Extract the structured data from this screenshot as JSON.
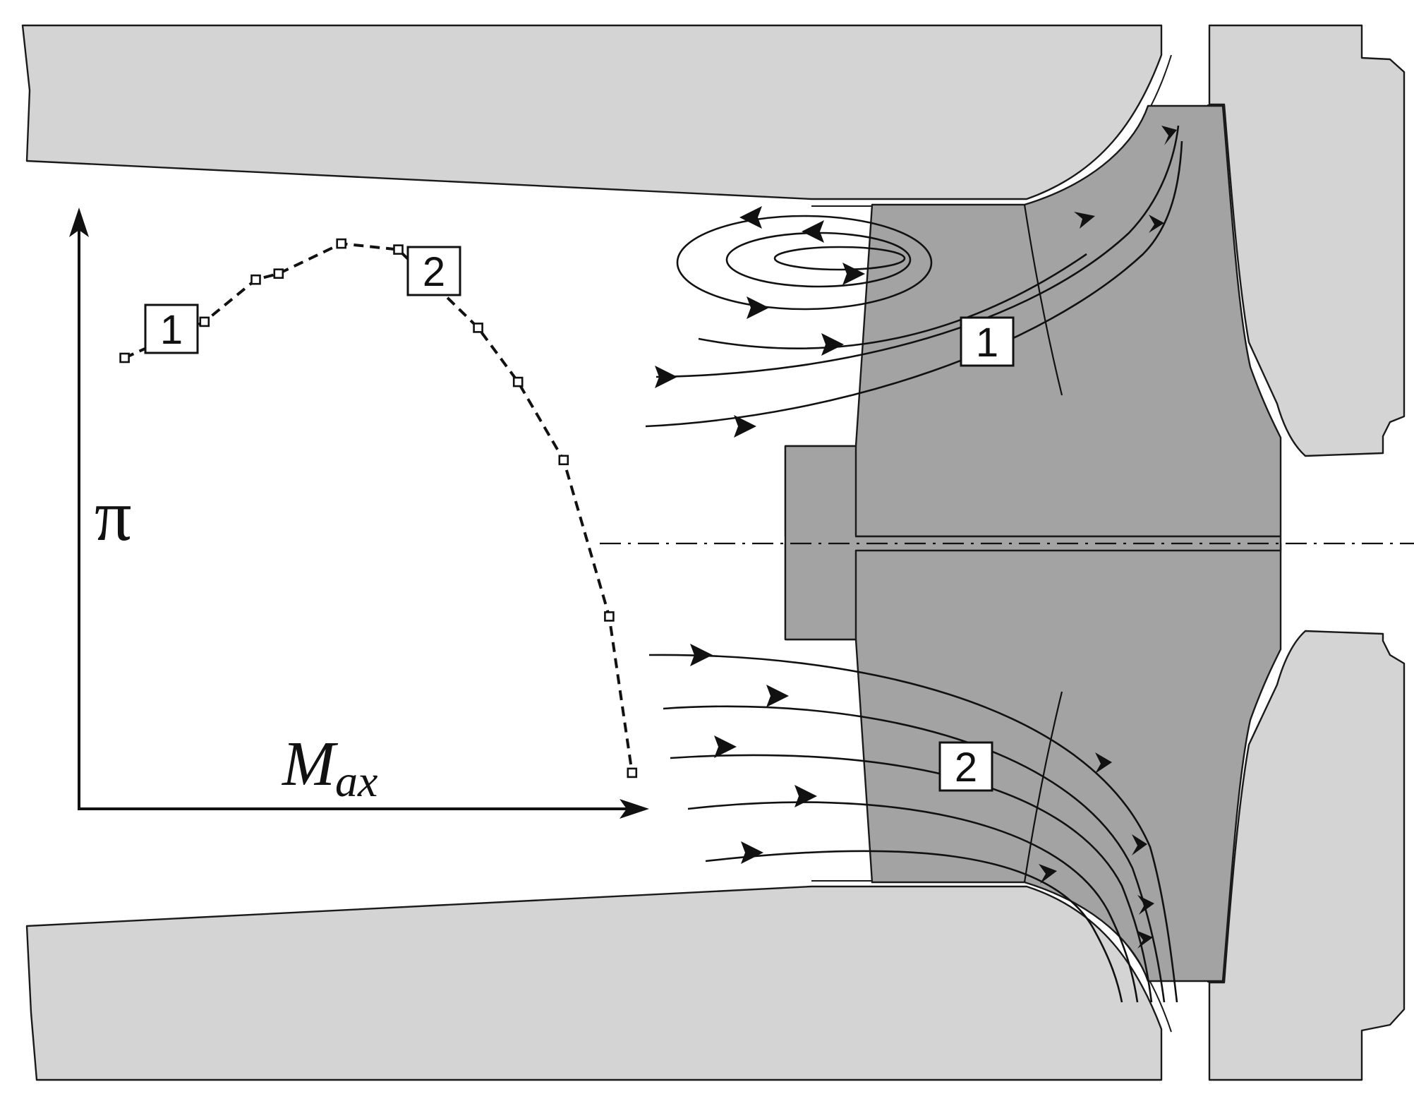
{
  "figure": {
    "colors": {
      "housing": "#d4d4d4",
      "impeller": "#a3a3a3",
      "line": "#111111",
      "background": "#ffffff"
    }
  },
  "plot": {
    "y_label": "π",
    "x_label_main": "M",
    "x_label_sub": "ax",
    "callouts": [
      "1",
      "2"
    ]
  },
  "impeller": {
    "callouts": [
      "1",
      "2"
    ]
  },
  "chart_data": {
    "type": "line",
    "xlabel": "M_ax",
    "ylabel": "π",
    "grid": false,
    "axis_ticks": "none",
    "series": [
      {
        "style": "dashed with square markers",
        "points": [
          [
            0.08,
            0.75
          ],
          [
            0.22,
            0.81
          ],
          [
            0.31,
            0.88
          ],
          [
            0.35,
            0.89
          ],
          [
            0.46,
            0.94
          ],
          [
            0.56,
            0.93
          ],
          [
            0.7,
            0.8
          ],
          [
            0.77,
            0.71
          ],
          [
            0.85,
            0.58
          ],
          [
            0.93,
            0.32
          ],
          [
            0.97,
            0.06
          ]
        ]
      }
    ],
    "annotations": [
      {
        "text": "1",
        "point_index": 0
      },
      {
        "text": "2",
        "point_index": 5
      }
    ]
  }
}
